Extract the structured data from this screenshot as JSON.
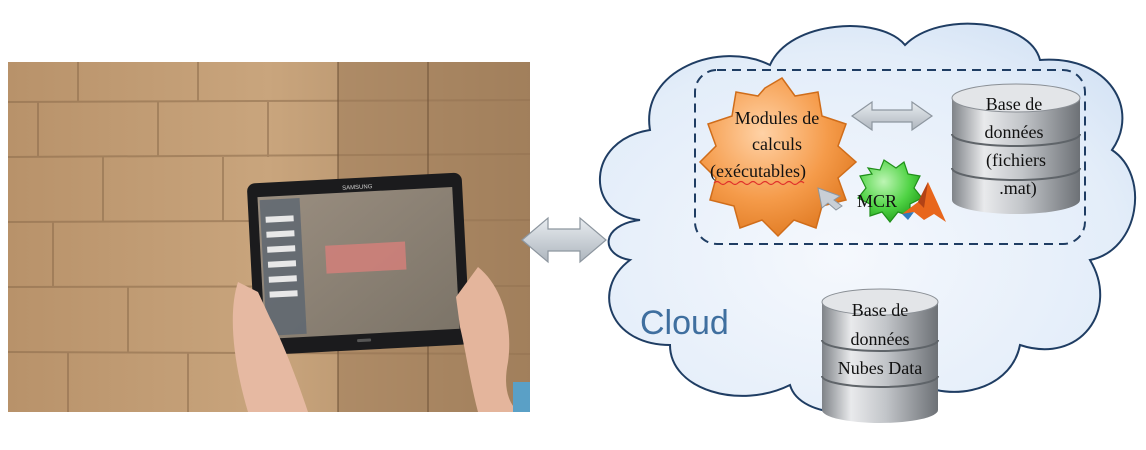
{
  "labels": {
    "cloud": "Cloud",
    "modules_lines": [
      "Modules de",
      "calculs",
      "(exécutables)"
    ],
    "mcr": "MCR",
    "db_files_lines": [
      "Base de",
      "données",
      "(fichiers",
      ".mat)"
    ],
    "db_nubes_lines": [
      "Base de",
      "données",
      "Nubes Data"
    ]
  },
  "photo": {
    "tablet_brand": "SAMSUNG"
  },
  "colors": {
    "cloud_fill": "#e9f1fb",
    "cloud_stroke": "#1f3d63",
    "gear_orange": "#f28a33",
    "gear_green": "#34c12c",
    "arrow_gray": "#c9cfd6",
    "db_silver": "#b9bcc0"
  },
  "icons": [
    "matlab-logo-icon",
    "double-arrow-icon",
    "gear-icon",
    "database-icon"
  ]
}
